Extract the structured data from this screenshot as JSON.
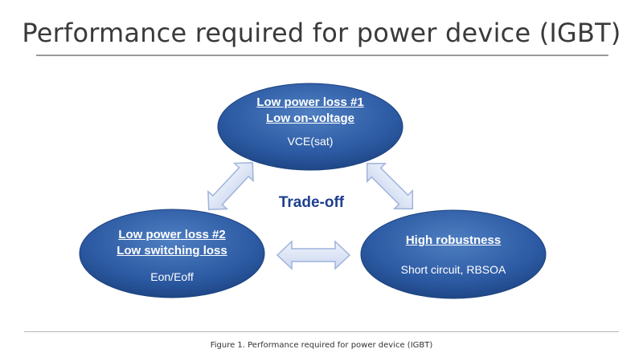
{
  "title": "Performance required for power device (IGBT)",
  "center_label": "Trade-off",
  "nodes": {
    "top": {
      "line1": "Low power loss #1",
      "line2": "Low on-voltage",
      "sub": "VCE(sat)"
    },
    "left": {
      "line1": "Low power loss #2",
      "line2": "Low switching loss",
      "sub": "Eon/Eoff"
    },
    "right": {
      "line1": "High robustness",
      "sub": "Short circuit, RBSOA"
    }
  },
  "caption": "Figure 1. Performance required for power device (IGBT)",
  "colors": {
    "ellipse_fill": "#2a5aa6",
    "ellipse_light": "#5b86c6",
    "arrow_fill": "#dfe6f5",
    "arrow_stroke": "#9fb3db",
    "tradeoff_text": "#1f3f8f"
  }
}
